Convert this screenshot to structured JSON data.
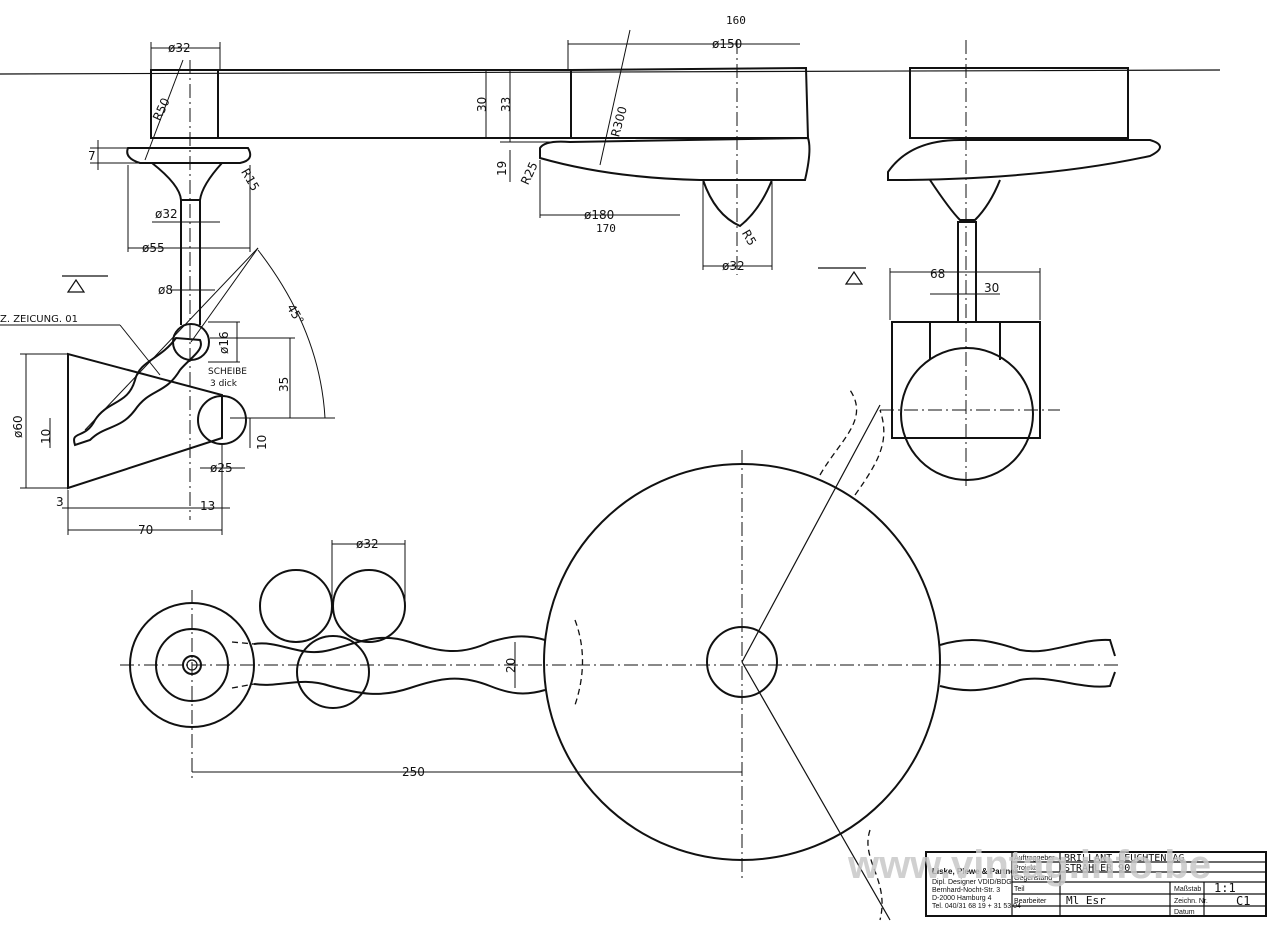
{
  "dimensions": {
    "d32_top": "ø32",
    "r50": "R50",
    "r15": "R15",
    "d7": "7",
    "d32_mid": "ø32",
    "d55": "ø55",
    "d8": "ø8",
    "d16": "ø16",
    "d35": "35",
    "angle45": "45°",
    "scheibe": "SCHEIBE",
    "dick": "3 dick",
    "zeichnung": "Z. ZEICUNG. 01",
    "d60": "ø60",
    "d10a": "10",
    "d10b": "10",
    "d25": "ø25",
    "d3": "3",
    "d13": "13",
    "d70": "70",
    "d150": "ø150",
    "d160": "160",
    "r300": "R300",
    "d30": "30",
    "d33": "33",
    "d19": "19",
    "r25": "R25",
    "d180": "ø180",
    "d170": "170",
    "r5": "R5",
    "d32_right": "ø32",
    "d68": "68",
    "d30b": "30",
    "d32_bottom": "ø32",
    "d20": "20",
    "d250": "250"
  },
  "titleblock": {
    "firm1": "Liske, Plewe & Partner",
    "firm2": "Dipl. Designer VDID/BDG",
    "firm3": "Bernhard-Nocht-Str. 3",
    "firm4": "D-2000 Hamburg 4",
    "firm5": "Tel. 040/31 68 19 + 31 53 04",
    "l_auftrag": "Auftraggeber",
    "v_auftrag": "BRILLANT LEUCHTEN AG",
    "l_projekt": "Projekt",
    "v_projekt": "STRAHLER 90",
    "l_gegen": "Gegenstand",
    "l_teil": "Teil",
    "l_bearb": "Bearbeiter",
    "v_bearb": "Ml Esr",
    "l_massstab": "Maßstab",
    "v_massstab": "1:1",
    "l_zeichnr": "Zeichn. Nr.",
    "v_zeichnr": "C1",
    "l_datum": "Datum"
  },
  "watermark": "www.vintag.info.be"
}
